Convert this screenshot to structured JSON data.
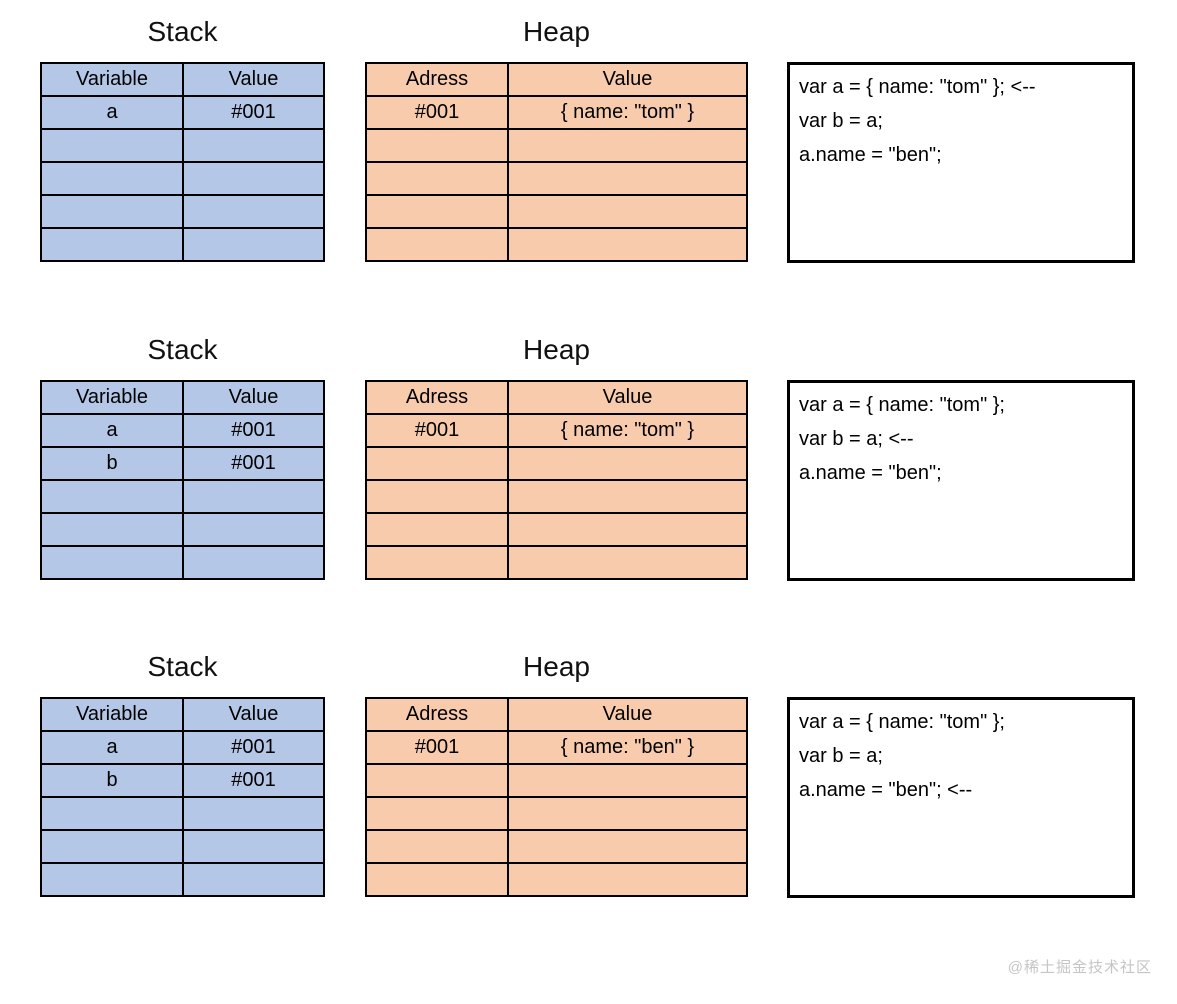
{
  "colors": {
    "stack_fill": "#b4c7e7",
    "heap_fill": "#f8cbad",
    "border": "#000000",
    "watermark_text": "#c5c5c5"
  },
  "watermark": "@稀土掘金技术社区",
  "sections": [
    {
      "stack": {
        "title": "Stack",
        "headers": [
          "Variable",
          "Value"
        ],
        "rows": [
          [
            "a",
            "#001"
          ],
          [
            "",
            ""
          ],
          [
            "",
            ""
          ],
          [
            "",
            ""
          ],
          [
            "",
            ""
          ]
        ]
      },
      "heap": {
        "title": "Heap",
        "headers": [
          "Adress",
          "Value"
        ],
        "rows": [
          [
            "#001",
            "{ name: \"tom\" }"
          ],
          [
            "",
            ""
          ],
          [
            "",
            ""
          ],
          [
            "",
            ""
          ],
          [
            "",
            ""
          ]
        ]
      },
      "code": {
        "lines": [
          "var a = { name: \"tom\" }; <--",
          "var b = a;",
          "a.name = \"ben\";"
        ]
      }
    },
    {
      "stack": {
        "title": "Stack",
        "headers": [
          "Variable",
          "Value"
        ],
        "rows": [
          [
            "a",
            "#001"
          ],
          [
            "b",
            "#001"
          ],
          [
            "",
            ""
          ],
          [
            "",
            ""
          ],
          [
            "",
            ""
          ]
        ]
      },
      "heap": {
        "title": "Heap",
        "headers": [
          "Adress",
          "Value"
        ],
        "rows": [
          [
            "#001",
            "{ name: \"tom\" }"
          ],
          [
            "",
            ""
          ],
          [
            "",
            ""
          ],
          [
            "",
            ""
          ],
          [
            "",
            ""
          ]
        ]
      },
      "code": {
        "lines": [
          "var a = { name: \"tom\" };",
          "var b = a; <--",
          "a.name = \"ben\";"
        ]
      }
    },
    {
      "stack": {
        "title": "Stack",
        "headers": [
          "Variable",
          "Value"
        ],
        "rows": [
          [
            "a",
            "#001"
          ],
          [
            "b",
            "#001"
          ],
          [
            "",
            ""
          ],
          [
            "",
            ""
          ],
          [
            "",
            ""
          ]
        ]
      },
      "heap": {
        "title": "Heap",
        "headers": [
          "Adress",
          "Value"
        ],
        "rows": [
          [
            "#001",
            "{ name: \"ben\" }"
          ],
          [
            "",
            ""
          ],
          [
            "",
            ""
          ],
          [
            "",
            ""
          ],
          [
            "",
            ""
          ]
        ]
      },
      "code": {
        "lines": [
          "var a = { name: \"tom\" };",
          "var b = a;",
          "a.name = \"ben\"; <--"
        ]
      }
    }
  ]
}
